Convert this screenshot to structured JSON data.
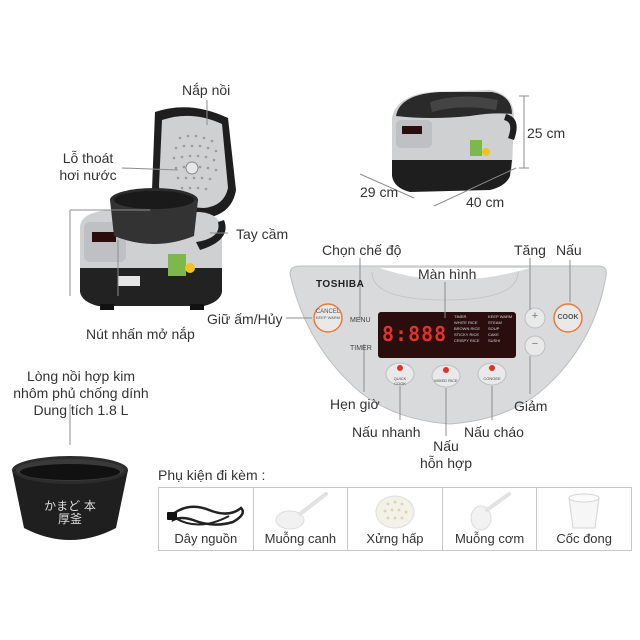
{
  "labels": {
    "lid": "Nắp nồi",
    "vent_line1": "Lỗ thoát",
    "vent_line2": "hơi nước",
    "handle": "Tay cầm",
    "open_button": "Nút nhấn mở nắp",
    "pot_line1": "Lòng nồi hợp kim",
    "pot_line2": "nhôm phủ chống dính",
    "pot_line3": "Dung tích 1.8 L",
    "menu_select": "Chọn chế độ",
    "display": "Màn hình",
    "increase": "Tăng",
    "cook": "Nấu",
    "keep_warm_cancel": "Giữ ấm/Hủy",
    "timer": "Hẹn giờ",
    "quick_cook": "Nấu nhanh",
    "mixed_line1": "Nấu",
    "mixed_line2": "hỗn hợp",
    "porridge": "Nấu cháo",
    "decrease": "Giảm"
  },
  "dimensions": {
    "height": "25 cm",
    "depth": "29 cm",
    "width": "40 cm"
  },
  "panel": {
    "brand": "TOSHIBA",
    "cancel": "CANCEL",
    "keep_warm": "KEEP WARM",
    "menu": "MENU",
    "timer": "TIMER",
    "cook": "COOK",
    "plus": "+",
    "minus": "−",
    "digits": "8:888",
    "quick_cook": "QUICK COOK",
    "mixed_rice": "MIXED RICE",
    "congee": "CONGEE",
    "menu_items": [
      "TIMER",
      "KEEP WARM",
      "WHITE RICE",
      "STEAM",
      "BROWN RICE",
      "SOUP",
      "STICKY RICE",
      "CAKE",
      "CRISPY RICE",
      "SUSHI"
    ]
  },
  "accessories": {
    "title": "Phụ kiện đi kèm :",
    "items": [
      {
        "name": "Dây nguồn",
        "icon": "power-cord-icon"
      },
      {
        "name": "Muỗng canh",
        "icon": "soup-ladle-icon"
      },
      {
        "name": "Xửng hấp",
        "icon": "steamer-tray-icon"
      },
      {
        "name": "Muỗng cơm",
        "icon": "rice-paddle-icon"
      },
      {
        "name": "Cốc đong",
        "icon": "measuring-cup-icon"
      }
    ]
  },
  "pot_engraving": "かまど 本厚釜",
  "colors": {
    "body_black": "#1e1e1e",
    "panel_silver": "#d9dadc",
    "display_bg": "#2a0e0e",
    "display_red": "#e0322a",
    "accent_orange": "#e77b3a",
    "line_gray": "#8c8c8c"
  }
}
